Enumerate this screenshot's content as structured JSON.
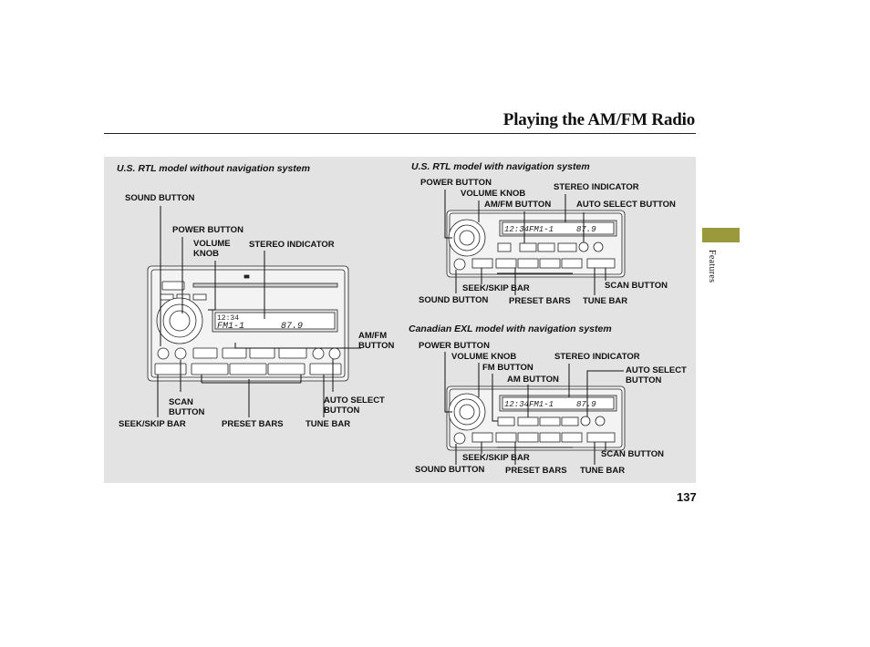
{
  "page": {
    "title": "Playing the AM/FM Radio",
    "side_tab": "Features",
    "page_number": "137"
  },
  "sections": {
    "us_rtl_no_nav": {
      "heading": "U.S. RTL model without navigation system",
      "labels": {
        "sound_button": "SOUND BUTTON",
        "power_button": "POWER BUTTON",
        "volume_knob_1": "VOLUME",
        "volume_knob_2": "KNOB",
        "stereo_indicator": "STEREO INDICATOR",
        "amfm_button_1": "AM/FM",
        "amfm_button_2": "BUTTON",
        "scan_button_1": "SCAN",
        "scan_button_2": "BUTTON",
        "auto_select_1": "AUTO SELECT",
        "auto_select_2": "BUTTON",
        "seek_skip_bar": "SEEK/SKIP BAR",
        "preset_bars": "PRESET BARS",
        "tune_bar": "TUNE BAR"
      },
      "display": {
        "clock": "12:34",
        "band": "FM1-1",
        "freq": "87.9"
      }
    },
    "us_rtl_nav": {
      "heading": "U.S. RTL model with navigation system",
      "labels": {
        "power_button": "POWER BUTTON",
        "volume_knob": "VOLUME KNOB",
        "stereo_indicator": "STEREO INDICATOR",
        "amfm_button": "AM/FM BUTTON",
        "auto_select_button": "AUTO SELECT BUTTON",
        "scan_button": "SCAN BUTTON",
        "seek_skip_bar": "SEEK/SKIP BAR",
        "sound_button": "SOUND BUTTON",
        "preset_bars": "PRESET BARS",
        "tune_bar": "TUNE BAR"
      },
      "display": {
        "clock": "12:34",
        "band": "FM1-1",
        "freq": "87.9"
      }
    },
    "canadian_exl_nav": {
      "heading": "Canadian EXL model with navigation system",
      "labels": {
        "power_button": "POWER BUTTON",
        "volume_knob": "VOLUME KNOB",
        "stereo_indicator": "STEREO INDICATOR",
        "fm_button": "FM BUTTON",
        "am_button": "AM BUTTON",
        "auto_select_1": "AUTO SELECT",
        "auto_select_2": "BUTTON",
        "scan_button": "SCAN BUTTON",
        "seek_skip_bar": "SEEK/SKIP BAR",
        "sound_button": "SOUND BUTTON",
        "preset_bars": "PRESET BARS",
        "tune_bar": "TUNE BAR"
      },
      "display": {
        "clock": "12:34",
        "band": "FM1-1",
        "freq": "87.9"
      }
    }
  },
  "colors": {
    "panel": "#e3e3e3",
    "side_tab": "#9a9a3c"
  }
}
